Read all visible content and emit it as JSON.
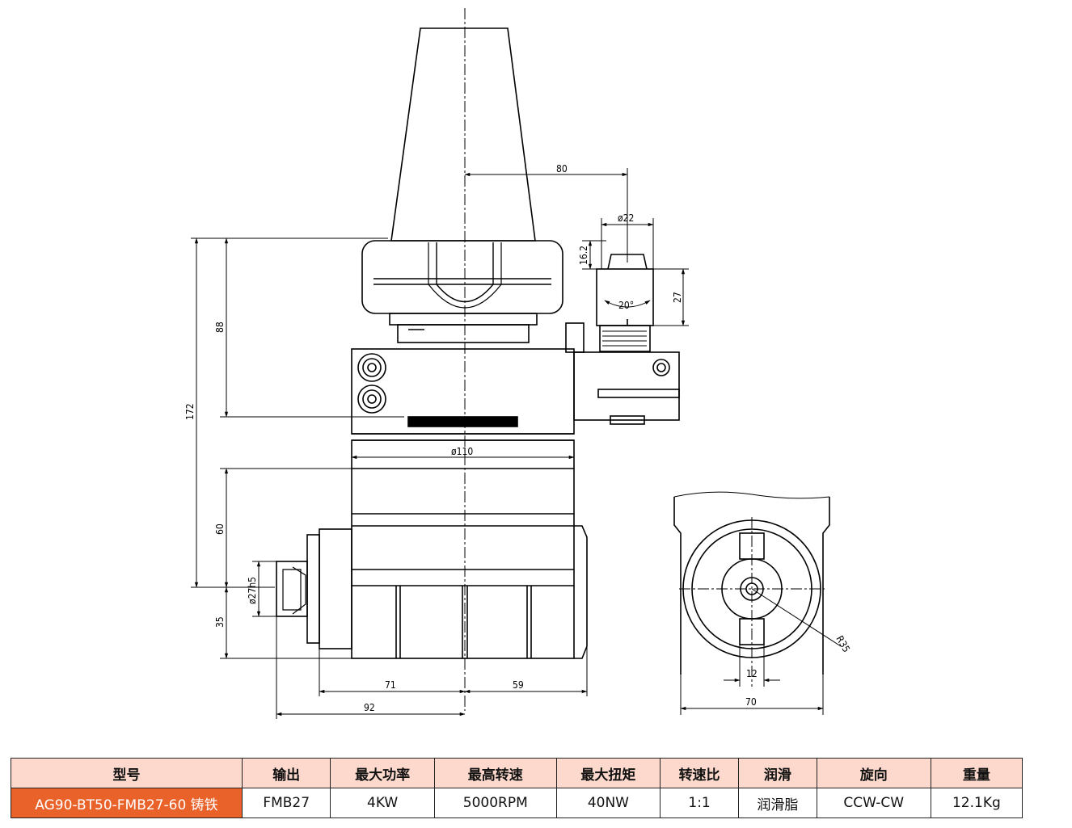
{
  "dimensions": {
    "d80": "80",
    "d22": "ø22",
    "d16_2": "16.2",
    "d27": "27",
    "d20deg": "20°",
    "d88": "88",
    "d172": "172",
    "d110": "ø110",
    "d60": "60",
    "d35": "35",
    "d27h5": "ø27h5",
    "d71": "71",
    "d59": "59",
    "d92": "92",
    "d12": "12",
    "d70": "70",
    "r35": "R35"
  },
  "table": {
    "headers": [
      "型号",
      "输出",
      "最大功率",
      "最高转速",
      "最大扭矩",
      "转速比",
      "润滑",
      "旋向",
      "重量"
    ],
    "row": [
      "AG90-BT50-FMB27-60 铸铁",
      "FMB27",
      "4KW",
      "5000RPM",
      "40NW",
      "1:1",
      "润滑脂",
      "CCW-CW",
      "12.1Kg"
    ]
  },
  "colors": {
    "header_bg": "#fcd9cc",
    "model_bg": "#e8622a"
  }
}
